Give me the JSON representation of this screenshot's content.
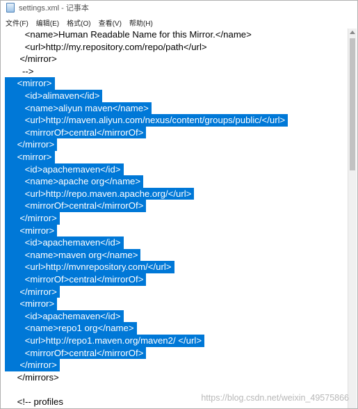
{
  "window": {
    "title": "settings.xml - 记事本"
  },
  "menubar": {
    "items": [
      "文件(F)",
      "编辑(E)",
      "格式(O)",
      "查看(V)",
      "帮助(H)"
    ]
  },
  "editor": {
    "lines": [
      {
        "text": "    <name>Human Readable Name for this Mirror.</name>",
        "selected": false
      },
      {
        "text": "    <url>http://my.repository.com/repo/path</url>",
        "selected": false
      },
      {
        "text": "  </mirror>",
        "selected": false
      },
      {
        "text": "   -->",
        "selected": false
      },
      {
        "text": " <mirror>",
        "selected": true
      },
      {
        "text": "    <id>alimaven</id>",
        "selected": true
      },
      {
        "text": "    <name>aliyun maven</name>",
        "selected": true
      },
      {
        "text": "    <url>http://maven.aliyun.com/nexus/content/groups/public/</url>",
        "selected": true
      },
      {
        "text": "    <mirrorOf>central</mirrorOf>",
        "selected": true
      },
      {
        "text": " </mirror>",
        "selected": true
      },
      {
        "text": " <mirror>",
        "selected": true
      },
      {
        "text": "    <id>apachemaven</id>",
        "selected": true
      },
      {
        "text": "    <name>apache org</name>",
        "selected": true
      },
      {
        "text": "    <url>http://repo.maven.apache.org/</url>",
        "selected": true
      },
      {
        "text": "    <mirrorOf>central</mirrorOf>",
        "selected": true
      },
      {
        "text": "  </mirror>",
        "selected": true
      },
      {
        "text": "  <mirror>",
        "selected": true
      },
      {
        "text": "    <id>apachemaven</id>",
        "selected": true
      },
      {
        "text": "    <name>maven org</name>",
        "selected": true
      },
      {
        "text": "    <url>http://mvnrepository.com/</url>",
        "selected": true
      },
      {
        "text": "    <mirrorOf>central</mirrorOf>",
        "selected": true
      },
      {
        "text": "  </mirror>",
        "selected": true
      },
      {
        "text": "  <mirror>",
        "selected": true
      },
      {
        "text": "    <id>apachemaven</id>",
        "selected": true
      },
      {
        "text": "    <name>repo1 org</name>",
        "selected": true
      },
      {
        "text": "    <url>http://repo1.maven.org/maven2/ </url>",
        "selected": true
      },
      {
        "text": "    <mirrorOf>central</mirrorOf>",
        "selected": true
      },
      {
        "text": "  </mirror>",
        "selected": true
      },
      {
        "text": " </mirrors>",
        "selected": false
      },
      {
        "text": "",
        "selected": false
      },
      {
        "text": " <!-- profiles",
        "selected": false
      }
    ]
  },
  "watermark": "https://blog.csdn.net/weixin_49575866",
  "colors": {
    "selection": "#0078d7",
    "selection_text": "#ffffff",
    "text": "#000000"
  }
}
